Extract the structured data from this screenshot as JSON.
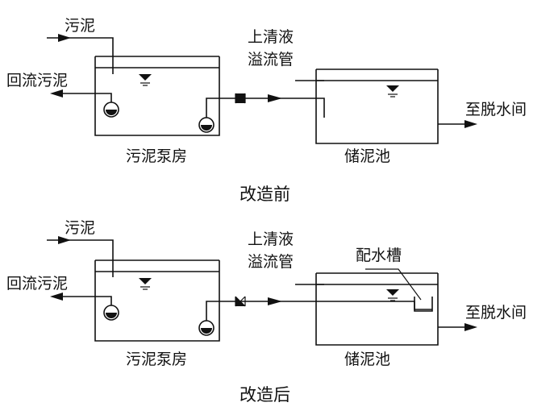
{
  "before": {
    "caption": "改造前",
    "labels": {
      "sludge_in": "污泥",
      "return_sludge": "回流污泥",
      "pump_house": "污泥泵房",
      "overflow_line1": "上清液",
      "overflow_line2": "溢流管",
      "storage_tank": "储泥池",
      "to_dewatering": "至脱水间"
    }
  },
  "after": {
    "caption": "改造后",
    "labels": {
      "sludge_in": "污泥",
      "return_sludge": "回流污泥",
      "pump_house": "污泥泵房",
      "overflow_line1": "上清液",
      "overflow_line2": "溢流管",
      "storage_tank": "储泥池",
      "to_dewatering": "至脱水间",
      "distribution_trough": "配水槽"
    }
  },
  "icons": {
    "pump": "pump-icon",
    "valve": "valve-icon",
    "water_level": "water-level-icon",
    "flow_arrow": "flow-arrow-icon"
  },
  "colors": {
    "line": "#111111",
    "background": "#ffffff"
  }
}
